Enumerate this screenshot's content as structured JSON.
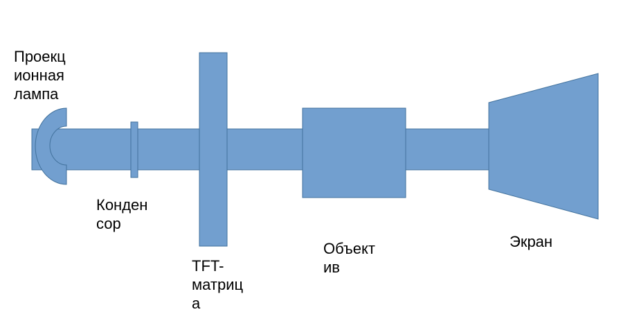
{
  "diagram": {
    "colors": {
      "fill": "#729fcf",
      "stroke": "#41719c"
    },
    "labels": {
      "lamp": "Проекц\nионная\nлампа",
      "condenser": "Конден\nсор",
      "tft_matrix": "TFT-\nматриц\nа",
      "lens": "Объект\nив",
      "screen": "Экран"
    }
  }
}
